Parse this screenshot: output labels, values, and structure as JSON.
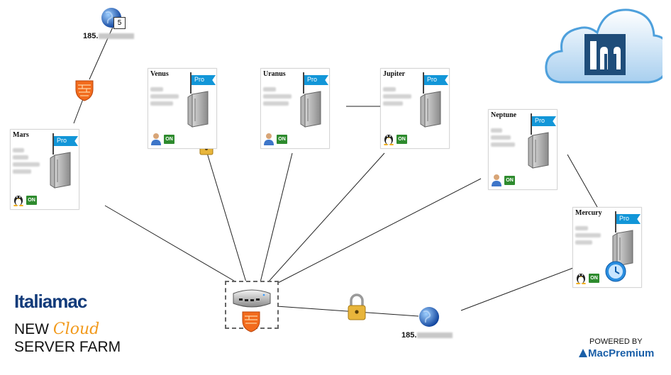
{
  "servers": [
    {
      "name": "Mars",
      "badge": "Pro",
      "status": "ON",
      "os_icon": "linux-tux-icon"
    },
    {
      "name": "Venus",
      "badge": "Pro",
      "status": "ON",
      "os_icon": "user-icon"
    },
    {
      "name": "Uranus",
      "badge": "Pro",
      "status": "ON",
      "os_icon": "user-icon"
    },
    {
      "name": "Jupiter",
      "badge": "Pro",
      "status": "ON",
      "os_icon": "linux-tux-icon"
    },
    {
      "name": "Neptune",
      "badge": "Pro",
      "status": "ON",
      "os_icon": "user-icon"
    },
    {
      "name": "Mercury",
      "badge": "Pro",
      "status": "ON",
      "os_icon": "linux-tux-icon"
    }
  ],
  "globe_top": {
    "ip_prefix": "185.",
    "count": "5"
  },
  "globe_bottom": {
    "ip_prefix": "185."
  },
  "branding": {
    "logo_top": "Italiamac",
    "logo_line1_a": "NEW",
    "logo_line1_b": "Cloud",
    "logo_line2": "SERVER FARM",
    "powered_by": "POWERED BY",
    "macpremium": "MacPremium",
    "cloud_logo": "lm"
  },
  "colors": {
    "pro_blue": "#1296d8",
    "on_green": "#2e8b2e",
    "brand_navy": "#123b7a",
    "cloud_orange": "#f29a1c"
  }
}
